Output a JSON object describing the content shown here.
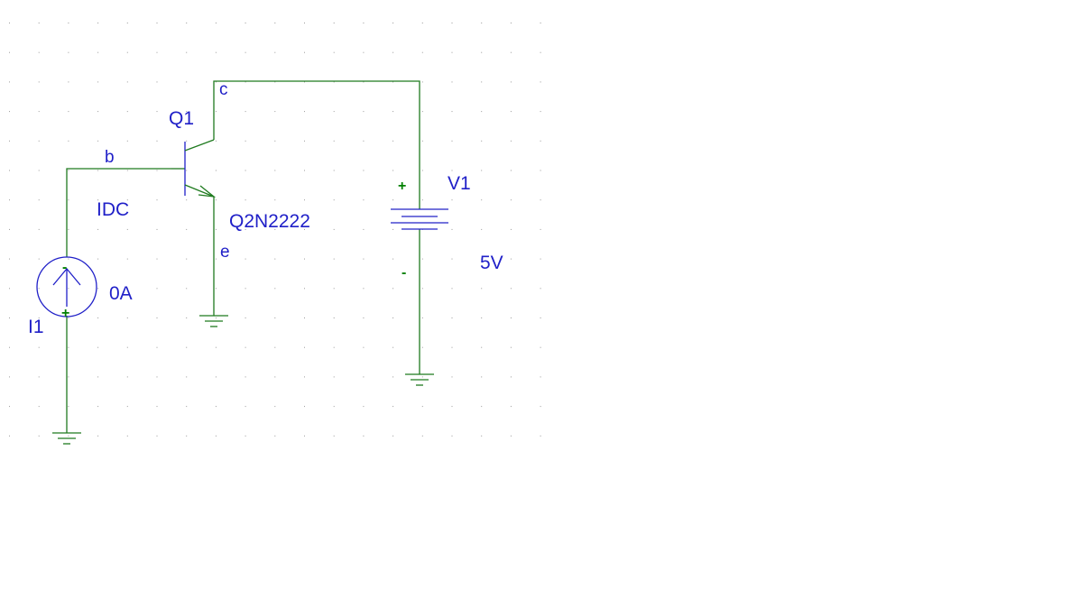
{
  "components": {
    "q1": {
      "ref": "Q1",
      "model": "Q2N2222",
      "pins": {
        "base": "b",
        "collector": "c",
        "emitter": "e"
      }
    },
    "i1": {
      "ref": "I1",
      "type": "IDC",
      "value": "0A",
      "plus_sign": "+",
      "minus_sign": "-"
    },
    "v1": {
      "ref": "V1",
      "value": "5V",
      "plus_sign": "+",
      "minus_sign": "-"
    }
  },
  "colors": {
    "wire": "#1f7a1f",
    "symbol": "#2020c8",
    "label": "#2020c8",
    "polarity": "#008000",
    "grid_dot": "#9a9a9a"
  }
}
